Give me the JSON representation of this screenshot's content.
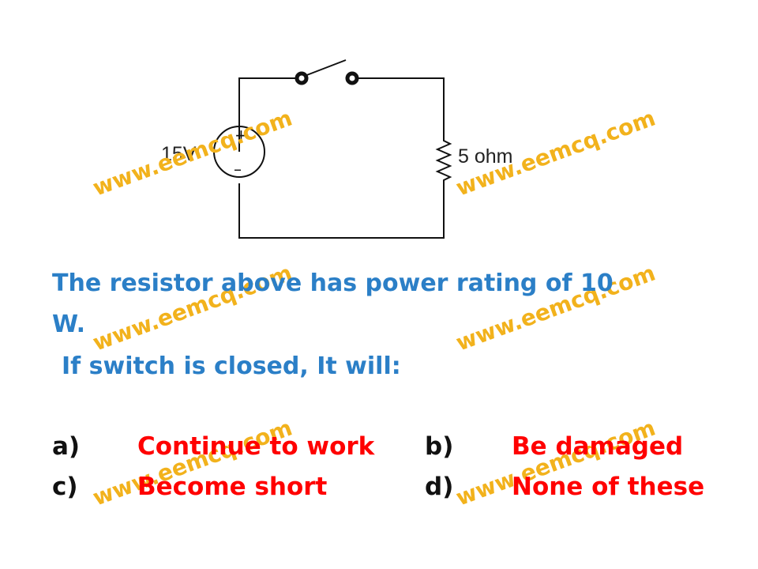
{
  "circuit": {
    "source_label": "15V",
    "source_plus": "+",
    "source_minus": "–",
    "resistor_label": "5 ohm"
  },
  "question": {
    "line1": "The resistor above has power rating of 10",
    "line2": "W.",
    "line3": "If switch is closed, It will:"
  },
  "options": [
    {
      "letter": "a)",
      "text": "Continue to work"
    },
    {
      "letter": "b)",
      "text": "Be damaged"
    },
    {
      "letter": "c)",
      "text": "Become short"
    },
    {
      "letter": "d)",
      "text": "None of these"
    }
  ],
  "watermark": "www.eemcq.com",
  "colors": {
    "question": "#2b7fc7",
    "options": "#ff0000",
    "watermark": "#f2b21c"
  }
}
